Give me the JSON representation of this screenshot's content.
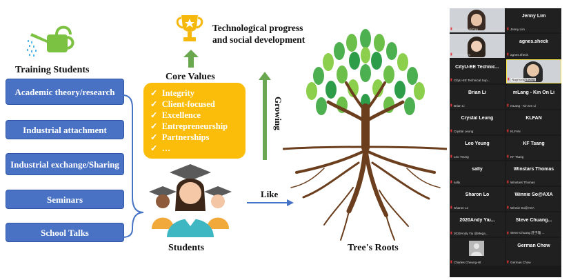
{
  "slide": {
    "training_title": "Training Students",
    "boxes": [
      {
        "label": "Academic theory/research"
      },
      {
        "label": "Industrial attachment"
      },
      {
        "label": "Industrial exchange/Sharing"
      },
      {
        "label": "Seminars"
      },
      {
        "label": "School  Talks"
      }
    ],
    "technological_text": [
      "Technological progress",
      "and social development"
    ],
    "core_values_title": "Core Values",
    "core_values": [
      "Integrity",
      "Client-focused",
      "Excellence",
      "Entrepreneurship",
      "Partnerships",
      "…"
    ],
    "check_glyph": "✓",
    "growing_label": "Growing",
    "like_label": "Like",
    "students_label": "Students",
    "roots_label": "Tree's Roots",
    "colors": {
      "box_blue": "#4a72c4",
      "core_yellow": "#fbbd0a",
      "arrow_green": "#6aa84f",
      "arrow_blue": "#4472c4",
      "tree_green": "#4caf50",
      "trunk_brown": "#6b3e1e"
    }
  },
  "zoom": {
    "participants": [
      {
        "name": "",
        "sub": "Dr. CHAN Hi Fan",
        "video": true
      },
      {
        "name": "Jenny Lim",
        "sub": "Jenny Lim",
        "video": false
      },
      {
        "name": "",
        "sub": "Winnie Jem",
        "video": true
      },
      {
        "name": "agnes.sheck",
        "sub": "agnes.sheck",
        "video": false
      },
      {
        "name": "CityU-EE  Technic...",
        "sub": "CityU-EE Technical Sup...",
        "video": false
      },
      {
        "name": "",
        "sub": "Raymond Leung",
        "video": true,
        "active": true
      },
      {
        "name": "Brian Li",
        "sub": "Brian Li",
        "video": false
      },
      {
        "name": "mLang - Kin On Li",
        "sub": "mLang - Kin On Li",
        "video": false
      },
      {
        "name": "Crystal Leung",
        "sub": "Crystal Leung",
        "video": false
      },
      {
        "name": "KLFAN",
        "sub": "KLFAN",
        "video": false
      },
      {
        "name": "Leo Yeung",
        "sub": "Leo Yeung",
        "video": false
      },
      {
        "name": "KF Tsang",
        "sub": "KF Tsang",
        "video": false
      },
      {
        "name": "sally",
        "sub": "sally",
        "video": false
      },
      {
        "name": "Winstars Thomas",
        "sub": "Winstars Thomas",
        "video": false
      },
      {
        "name": "Sharon Lo",
        "sub": "Sharon Lo",
        "video": false
      },
      {
        "name": "Winnie So@AXA",
        "sub": "Winnie So@AXA",
        "video": false
      },
      {
        "name": "2020Andy  Yiu...",
        "sub": "2020Andy Yiu @Mega...",
        "video": false
      },
      {
        "name": "Steve  Chuang...",
        "sub": "Steve Chuang 莊子雄 ...",
        "video": false
      },
      {
        "name": "",
        "sub": "Charles Cheung-Ht",
        "video": false,
        "avatar": true
      },
      {
        "name": "German Chow",
        "sub": "German Chow",
        "video": false
      }
    ]
  }
}
